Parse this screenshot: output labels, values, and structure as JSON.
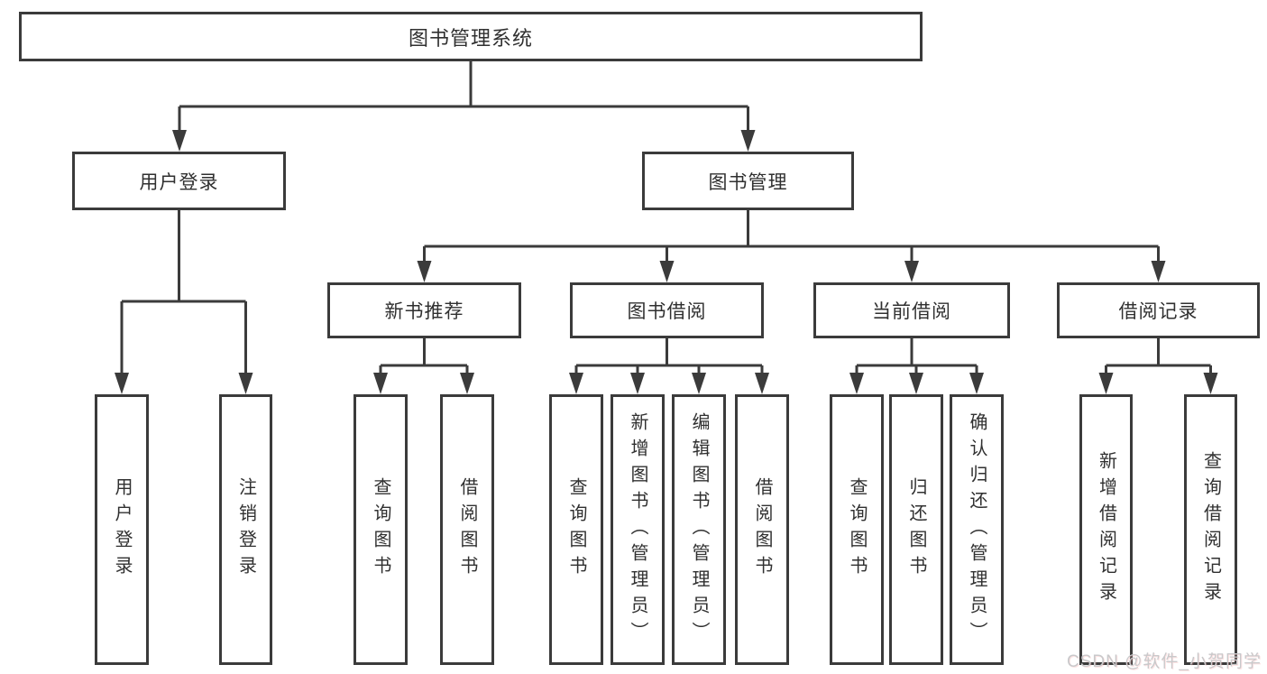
{
  "tree": {
    "root": {
      "label": "图书管理系统",
      "children": [
        {
          "label": "用户登录",
          "children": [
            {
              "label": "用户登录"
            },
            {
              "label": "注销登录"
            }
          ]
        },
        {
          "label": "图书管理",
          "children": [
            {
              "label": "新书推荐",
              "children": [
                {
                  "label": "查询图书"
                },
                {
                  "label": "借阅图书"
                }
              ]
            },
            {
              "label": "图书借阅",
              "children": [
                {
                  "label": "查询图书"
                },
                {
                  "label": "新增图书（管理员）"
                },
                {
                  "label": "编辑图书（管理员）"
                },
                {
                  "label": "借阅图书"
                }
              ]
            },
            {
              "label": "当前借阅",
              "children": [
                {
                  "label": "查询图书"
                },
                {
                  "label": "归还图书"
                },
                {
                  "label": "确认归还（管理员）"
                }
              ]
            },
            {
              "label": "借阅记录",
              "children": [
                {
                  "label": "新增借阅记录"
                },
                {
                  "label": "查询借阅记录"
                }
              ]
            }
          ]
        }
      ]
    }
  },
  "watermark": {
    "text": "CSDN @软件_小贺同学"
  },
  "colors": {
    "line": "#3b3b3b",
    "box_border": "#3b3b3b",
    "text": "#303030",
    "watermark": "#c9c9cb",
    "background": "#ffffff"
  }
}
